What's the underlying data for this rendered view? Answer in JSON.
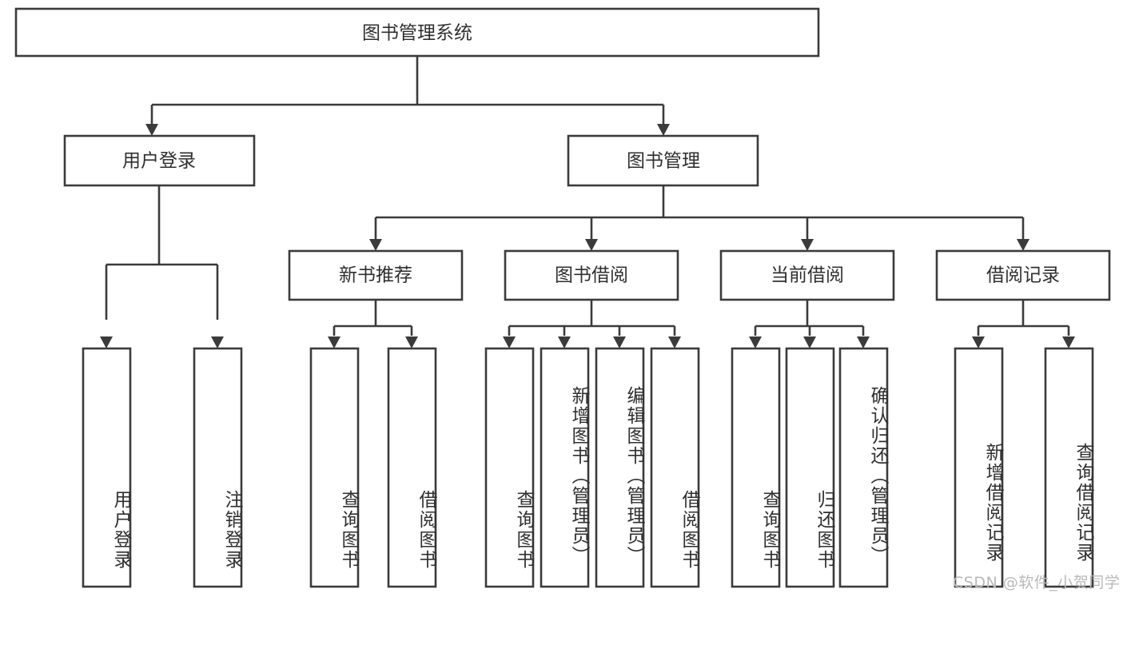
{
  "diagram": {
    "type": "tree",
    "title": "图书管理系统",
    "watermark": "CSDN @软件_小贺同学",
    "colors": {
      "box_stroke": "#3b3b3b",
      "box_fill": "#ffffff",
      "text": "#2f2f2f",
      "background": "#ffffff",
      "watermark": "#b9b9b9"
    },
    "root": {
      "label": "图书管理系统"
    },
    "level2": [
      {
        "label": "用户登录"
      },
      {
        "label": "图书管理"
      }
    ],
    "level3": [
      {
        "label": "新书推荐"
      },
      {
        "label": "图书借阅"
      },
      {
        "label": "当前借阅"
      },
      {
        "label": "借阅记录"
      }
    ],
    "leaves": {
      "user_login": [
        {
          "label": "用户登录"
        },
        {
          "label": "注销登录"
        }
      ],
      "new_book_recommend": [
        {
          "label": "查询图书"
        },
        {
          "label": "借阅图书"
        }
      ],
      "book_borrow": [
        {
          "label": "查询图书"
        },
        {
          "label": "新增图书（管理员）"
        },
        {
          "label": "编辑图书（管理员）"
        },
        {
          "label": "借阅图书"
        }
      ],
      "current_borrow": [
        {
          "label": "查询图书"
        },
        {
          "label": "归还图书"
        },
        {
          "label": "确认归还（管理员）"
        }
      ],
      "borrow_record": [
        {
          "label": "新增借阅记录"
        },
        {
          "label": "查询借阅记录"
        }
      ]
    }
  }
}
